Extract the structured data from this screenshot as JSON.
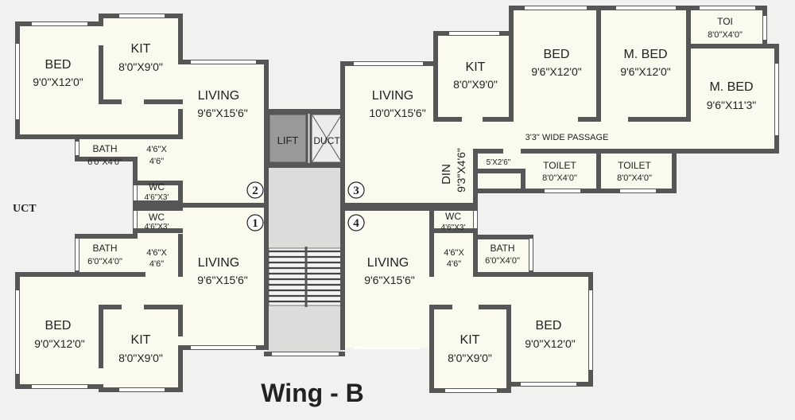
{
  "title": "Wing - B",
  "side_label": "UCT",
  "core": {
    "lift": "LIFT",
    "duct": "DUCT"
  },
  "flats": {
    "f2": {
      "number": "2",
      "bed": {
        "name": "BED",
        "dim": "9'0\"X12'0\""
      },
      "kit": {
        "name": "KIT",
        "dim": "8'0\"X9'0\""
      },
      "living": {
        "name": "LIVING",
        "dim": "9'6\"X15'6\""
      },
      "bath": {
        "name": "BATH",
        "dim": "6'0\"X4'0\""
      },
      "wc": {
        "name": "WC",
        "dim": "4'6\"X3'"
      },
      "passage": {
        "dim_a": "4'6\"X",
        "dim_b": "4'6\""
      }
    },
    "f1": {
      "number": "1",
      "bed": {
        "name": "BED",
        "dim": "9'0\"X12'0\""
      },
      "kit": {
        "name": "KIT",
        "dim": "8'0\"X9'0\""
      },
      "living": {
        "name": "LIVING",
        "dim": "9'6\"X15'6\""
      },
      "bath": {
        "name": "BATH",
        "dim": "6'0\"X4'0\""
      },
      "wc": {
        "name": "WC",
        "dim": "4'6\"X3'"
      },
      "passage": {
        "dim_a": "4'6\"X",
        "dim_b": "4'6\""
      }
    },
    "f3": {
      "number": "3",
      "living": {
        "name": "LIVING",
        "dim": "10'0\"X15'6\""
      },
      "kit": {
        "name": "KIT",
        "dim": "8'0\"X9'0\""
      },
      "bed": {
        "name": "BED",
        "dim": "9'6\"X12'0\""
      },
      "mbed1": {
        "name": "M. BED",
        "dim": "9'6\"X12'0\""
      },
      "toi": {
        "name": "TOI",
        "dim": "8'0\"X4'0\""
      },
      "mbed2": {
        "name": "M. BED",
        "dim": "9'6\"X11'3\""
      },
      "passage": {
        "dim": "3'3\" WIDE PASSAGE"
      },
      "din": {
        "name": "DIN",
        "dim": "9'3\"X4'6\""
      },
      "small": {
        "dim": "5'X2'6\""
      },
      "toilet1": {
        "name": "TOILET",
        "dim": "8'0\"X4'0\""
      },
      "toilet2": {
        "name": "TOILET",
        "dim": "8'0\"X4'0\""
      }
    },
    "f4": {
      "number": "4",
      "living": {
        "name": "LIVING",
        "dim": "9'6\"X15'6\""
      },
      "wc": {
        "name": "WC",
        "dim": "4'6\"X3'"
      },
      "bath": {
        "name": "BATH",
        "dim": "6'0\"X4'0\""
      },
      "passage": {
        "dim_a": "4'6\"X",
        "dim_b": "4'6\""
      },
      "kit": {
        "name": "KIT",
        "dim": "8'0\"X9'0\""
      },
      "bed": {
        "name": "BED",
        "dim": "9'0\"X12'0\""
      }
    }
  }
}
